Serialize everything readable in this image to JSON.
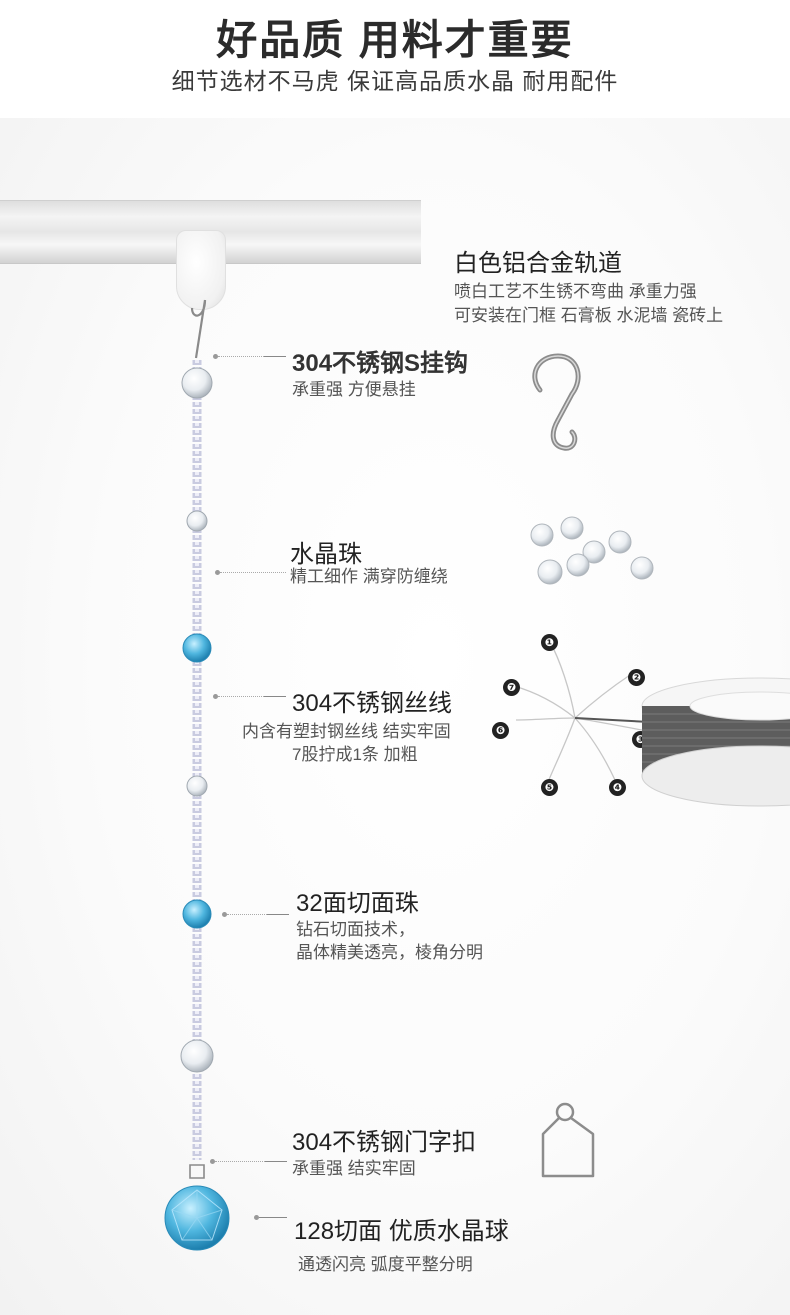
{
  "header": {
    "title": "好品质 用料才重要",
    "subtitle": "细节选材不马虎 保证高品质水晶 耐用配件"
  },
  "rail": {
    "title": "白色铝合金轨道",
    "desc1": "喷白工艺不生锈不弯曲 承重力强",
    "desc2": "可安装在门框 石膏板 水泥墙 瓷砖上"
  },
  "hook": {
    "title": "304不锈钢S挂钩",
    "desc": "承重强 方便悬挂"
  },
  "beads": {
    "title": "水晶珠",
    "desc": "精工细作 满穿防缠绕"
  },
  "wire": {
    "title": "304不锈钢丝线",
    "desc1": "内含有塑封钢丝线 结实牢固",
    "desc2": "7股拧成1条 加粗",
    "strand_badges": [
      "❶",
      "❷",
      "❸",
      "❹",
      "❺",
      "❻",
      "❼"
    ]
  },
  "facet32": {
    "title": "32面切面珠",
    "desc1": "钻石切面技术，",
    "desc2": "晶体精美透亮，棱角分明"
  },
  "clasp": {
    "title": "304不锈钢门字扣",
    "desc": "承重强 结实牢固"
  },
  "ball": {
    "title": "128切面 优质水晶球",
    "desc": "通透闪亮 弧度平整分明"
  },
  "colors": {
    "crystal_blue": "#4fb6df",
    "steel": "#8a8a8a",
    "text_dark": "#333333"
  }
}
